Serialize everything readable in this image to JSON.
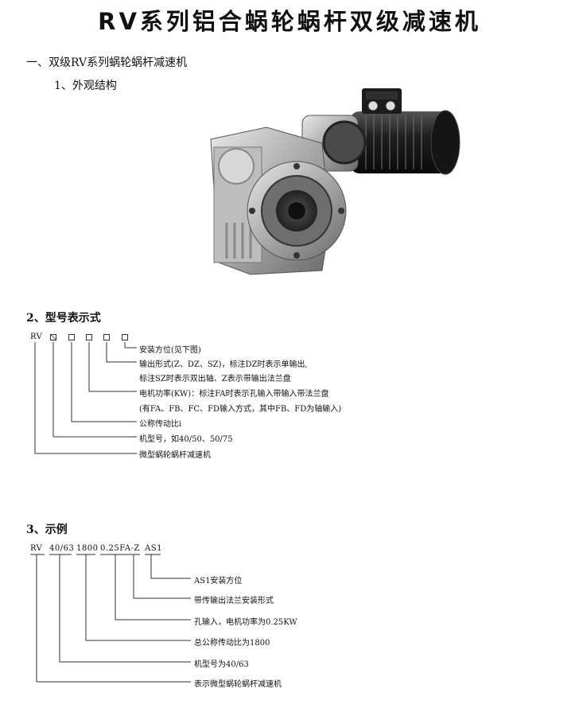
{
  "title": "RV系列铝合蜗轮蜗杆双级减速机",
  "section1": {
    "heading": "一、双级RV系列蜗轮蜗杆减速机",
    "sub": "1、外观结构"
  },
  "photo": {
    "icon": "gear-reducer-motor-photo"
  },
  "section2": {
    "heading": "2、型号表示式",
    "code_prefix": "RV",
    "labels": [
      "安装方位(见下图)",
      "输出形式(Z、DZ、SZ)，标注DZ时表示单输出,",
      "标注SZ时表示双出轴、Z表示带输出法兰盘",
      "电机功率(KW)：标注FA时表示孔输入带输入带法兰盘",
      "(有FA、FB、FC、FD输入方式，其中FB、FD为轴输入)",
      "公称传动比i",
      "机型号，如40/50、50/75",
      "微型蜗轮蜗杆减速机"
    ]
  },
  "section3": {
    "heading": "3、示例",
    "code": {
      "rv": "RV",
      "model": "40/63",
      "ratio": "1800",
      "power": "0.25FA-Z",
      "pos": "AS1"
    },
    "labels": [
      "AS1安装方位",
      "带传输出法兰安装形式",
      "孔输入，电机功率为0.25KW",
      "总公称传动比为1800",
      "机型号为40/63",
      "表示微型蜗轮蜗杆减速机"
    ]
  }
}
